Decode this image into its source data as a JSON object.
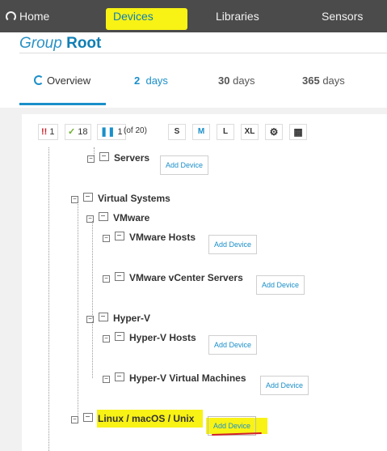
{
  "nav": {
    "home_label": "Home",
    "devices_label": "Devices",
    "libraries_label": "Libraries",
    "sensors_label": "Sensors"
  },
  "header": {
    "group_word": "Group",
    "root_word": "Root"
  },
  "tabs": {
    "overview": "Overview",
    "days2_num": "2",
    "days2_unit": "days",
    "days30_num": "30",
    "days30_unit": "days",
    "days365_num": "365",
    "days365_unit": "days"
  },
  "toolbar": {
    "alerts": "1",
    "ok": "18",
    "paused": "1",
    "of_total": "(of 20)",
    "size_s": "S",
    "size_m": "M",
    "size_l": "L",
    "size_xl": "XL"
  },
  "tree": {
    "servers": "Servers",
    "virtual_systems": "Virtual Systems",
    "vmware": "VMware",
    "vmware_hosts": "VMware Hosts",
    "vmware_vcenter": "VMware vCenter Servers",
    "hyperv": "Hyper-V",
    "hyperv_hosts": "Hyper-V Hosts",
    "hyperv_vms": "Hyper-V Virtual Machines",
    "linux": "Linux / macOS / Unix",
    "add_device": "Add Device"
  },
  "colors": {
    "accent": "#1a8fc9",
    "highlight": "#f8f215",
    "topbar": "#4b4b4b",
    "annotation_red": "#d1202b"
  }
}
